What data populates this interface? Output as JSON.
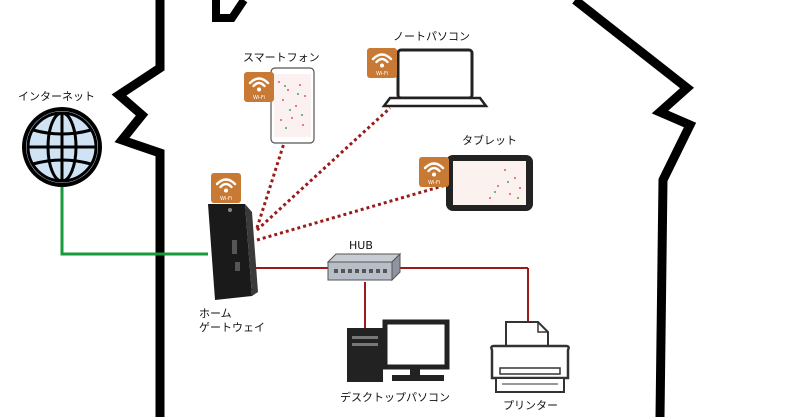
{
  "labels": {
    "internet": "インターネット",
    "smartphone": "スマートフォン",
    "laptop": "ノートパソコン",
    "tablet": "タブレット",
    "hub": "HUB",
    "gateway_line1": "ホーム",
    "gateway_line2": "ゲートウェイ",
    "desktop": "デスクトップパソコン",
    "printer": "プリンター"
  },
  "wifi_badge_text": "Wi-Fi",
  "colors": {
    "house_outline": "#000000",
    "wired_internet_link": "#1a9a3a",
    "wired_lan_link": "#9b1b1b",
    "wireless_link": "#9b1b1b",
    "wifi_badge": "#c87a34"
  }
}
